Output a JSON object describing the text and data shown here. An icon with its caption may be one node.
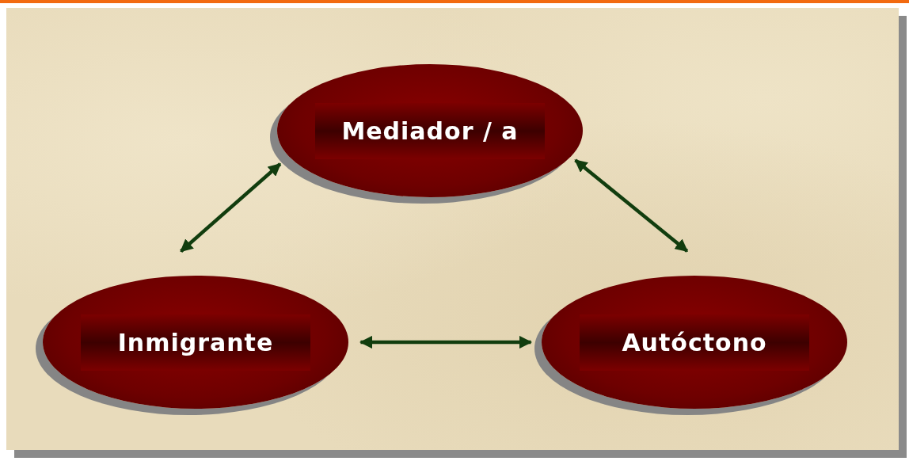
{
  "diagram": {
    "nodes": [
      {
        "text": [
          "Mediador / a"
        ]
      },
      {
        "text": [
          "Inmigrante"
        ]
      },
      {
        "text": [
          "Autóctono"
        ]
      }
    ],
    "edges": [
      {
        "from": 0,
        "to": 1,
        "arrow": "both"
      },
      {
        "from": 0,
        "to": 2,
        "arrow": "both"
      },
      {
        "from": 1,
        "to": 2,
        "arrow": "both"
      }
    ]
  }
}
